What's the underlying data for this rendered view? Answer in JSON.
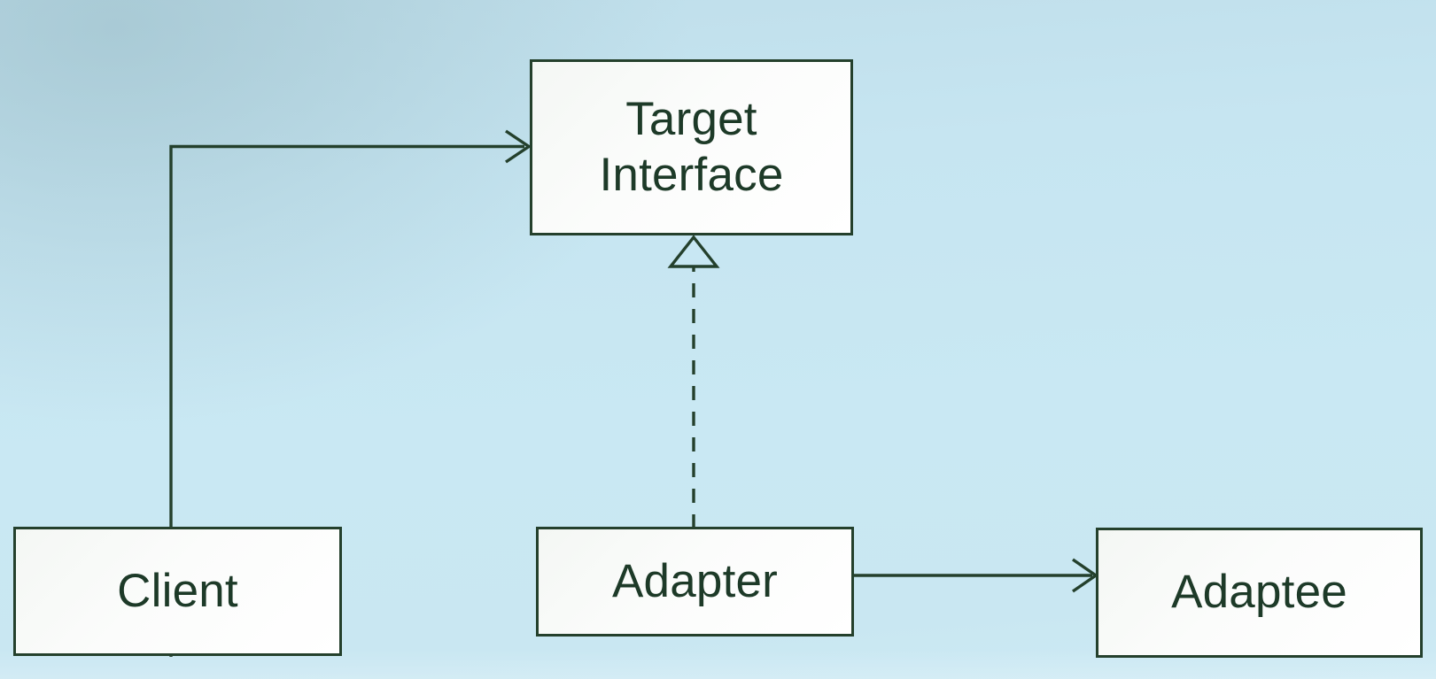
{
  "diagram": {
    "type": "uml-class-diagram",
    "pattern_name": "Adapter",
    "background_color": "#c8e7f3",
    "line_color": "#24402c",
    "node_fill_color": "#fbfcfb",
    "text_color": "#1d3a28",
    "nodes": [
      {
        "id": "target",
        "label": "Target\nInterface"
      },
      {
        "id": "client",
        "label": "Client"
      },
      {
        "id": "adapter",
        "label": "Adapter"
      },
      {
        "id": "adaptee",
        "label": "Adaptee"
      }
    ],
    "edges": [
      {
        "id": "client-to-target",
        "from": "client",
        "to": "target",
        "style": "solid",
        "arrow": "open",
        "label": ""
      },
      {
        "id": "adapter-to-target",
        "from": "adapter",
        "to": "target",
        "style": "dashed",
        "arrow": "hollow-triangle",
        "relation": "realization",
        "label": ""
      },
      {
        "id": "adapter-to-adaptee",
        "from": "adapter",
        "to": "adaptee",
        "style": "solid",
        "arrow": "open",
        "label": ""
      }
    ]
  }
}
